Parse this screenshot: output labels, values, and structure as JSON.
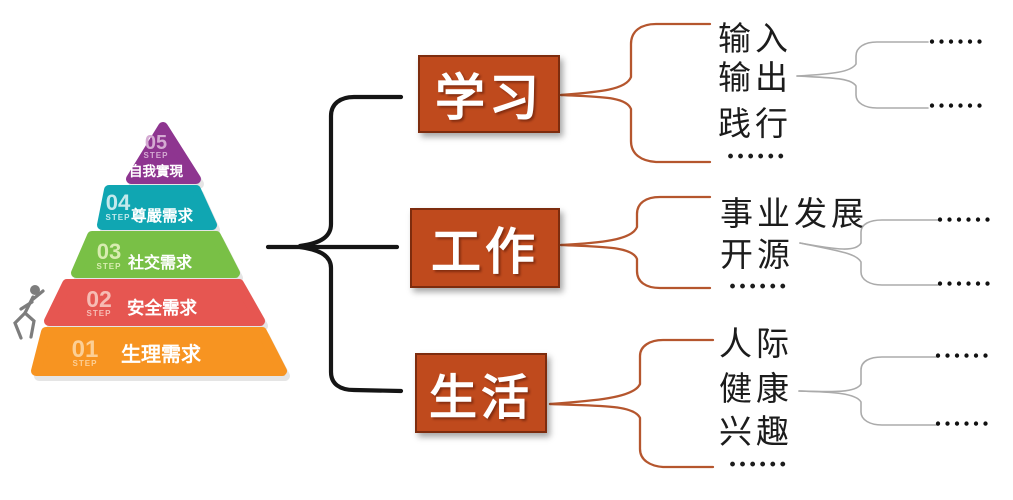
{
  "canvas": {
    "background": "#ffffff"
  },
  "pyramid": {
    "levels": [
      {
        "num": "05",
        "step": "STEP",
        "label": "自我實現",
        "color": "#8e3590",
        "num_color": "#d4aad2"
      },
      {
        "num": "04",
        "step": "STEP",
        "label": "尊嚴需求",
        "color": "#10a6b2",
        "num_color": "#c4e9ec"
      },
      {
        "num": "03",
        "step": "STEP",
        "label": "社交需求",
        "color": "#79c046",
        "num_color": "#d8ecb0"
      },
      {
        "num": "02",
        "step": "STEP",
        "label": "安全需求",
        "color": "#e65651",
        "num_color": "#f6bcb4"
      },
      {
        "num": "01",
        "step": "STEP",
        "label": "生理需求",
        "color": "#f79421",
        "num_color": "#fccf95"
      }
    ]
  },
  "mindmap": {
    "node_bg": "#bf4a1d",
    "node_border": "#7d2c0e",
    "connector_black": "#151515",
    "connector_orange": "#b5562e",
    "connector_gray": "#ababab",
    "nodes": [
      {
        "label": "学习",
        "children": [
          "输入",
          "输出",
          "践行",
          "......"
        ],
        "leaves": [
          "......",
          "......"
        ]
      },
      {
        "label": "工作",
        "children": [
          "事业发展",
          "开源",
          "......"
        ],
        "leaves": [
          "......",
          "......"
        ]
      },
      {
        "label": "生活",
        "children": [
          "人际",
          "健康",
          "兴趣",
          "......"
        ],
        "leaves": [
          "......",
          "......"
        ]
      }
    ]
  },
  "icons": {
    "climber": "climber-icon"
  }
}
